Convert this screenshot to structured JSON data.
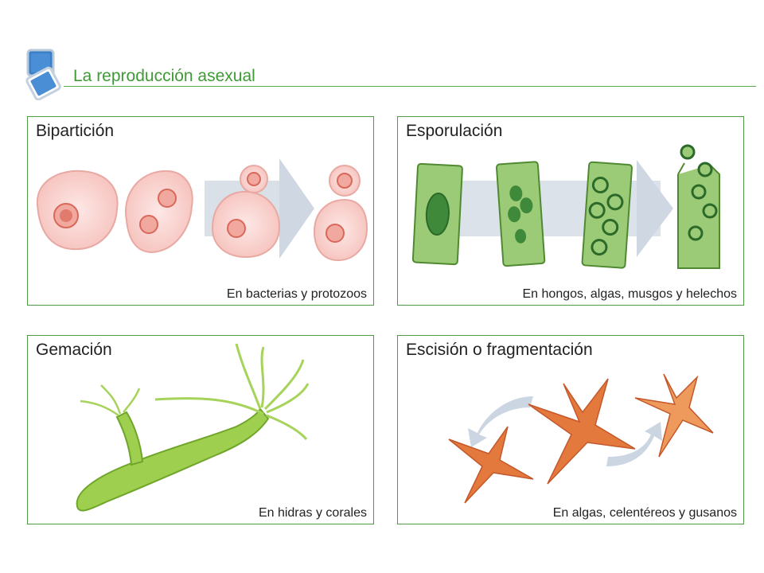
{
  "header": {
    "title": "La reproducción asexual",
    "logo_icon": "stacked-squares-icon"
  },
  "colors": {
    "accent_green": "#3f9a36",
    "border_green": "#4f9a45",
    "cell_pink": "#f6c9c4",
    "nucleus_red": "#d9685a",
    "algae_green": "#8fc06a",
    "hydra_green": "#8cc63f",
    "starfish_orange": "#e4793e",
    "arrow_gray": "#c9d3de"
  },
  "panels": [
    {
      "id": "biparticion",
      "title": "Bipartición",
      "caption": "En bacterias y protozoos"
    },
    {
      "id": "esporulacion",
      "title": "Esporulación",
      "caption": "En hongos, algas, musgos y helechos"
    },
    {
      "id": "gemacion",
      "title": "Gemación",
      "caption": "En hidras y corales"
    },
    {
      "id": "escision",
      "title": "Escisión o fragmentación",
      "caption": "En algas, celentéreos y gusanos"
    }
  ]
}
